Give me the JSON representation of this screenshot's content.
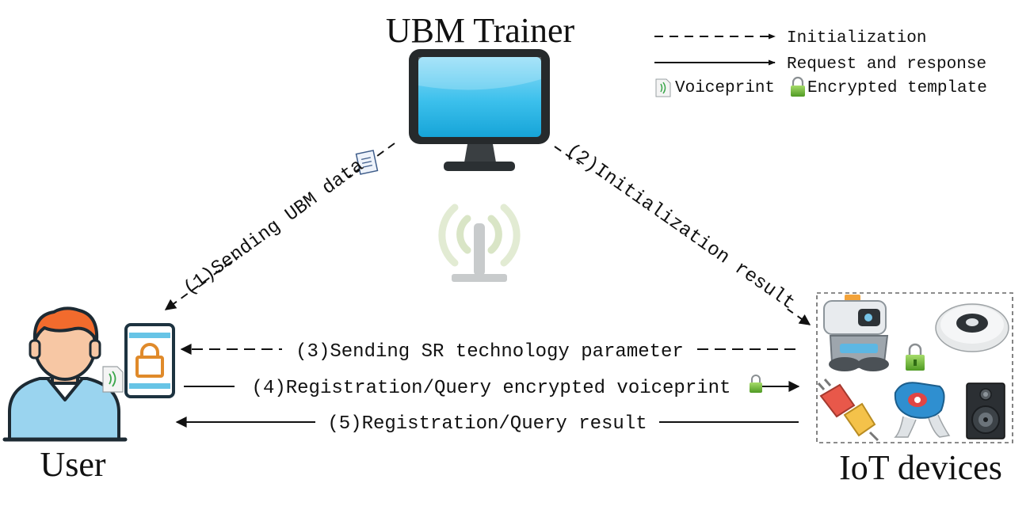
{
  "nodes": {
    "trainer": "UBM Trainer",
    "user": "User",
    "iot": "IoT devices"
  },
  "legend": {
    "initialization": "Initialization",
    "request_response": "Request and response",
    "voiceprint": "Voiceprint",
    "encrypted_template": "Encrypted template"
  },
  "steps": {
    "s1": "(1)Sending UBM data",
    "s2": "(2)Initialization result",
    "s3": "(3)Sending SR technology parameter",
    "s4": "(4)Registration/Query encrypted voiceprint",
    "s5": "(5)Registration/Query result"
  },
  "colors": {
    "screen": "#29b6e6",
    "lock_body": "#7cc242",
    "phone_lock": "#e08a2a",
    "phone_frame": "#1d3340",
    "user_hair": "#f26b2d",
    "user_shirt": "#9ad4ef",
    "antenna": "#d7e3c2"
  }
}
